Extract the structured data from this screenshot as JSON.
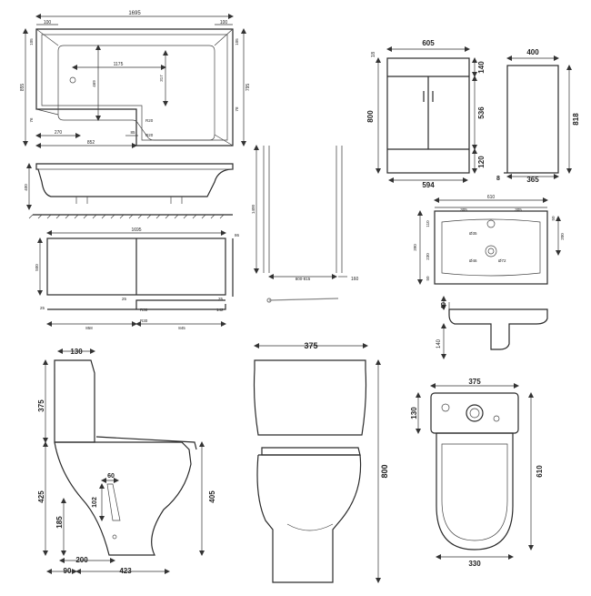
{
  "bath": {
    "top": {
      "w_total": "1695",
      "w_100_left": "100",
      "w_100_right": "100",
      "h_855": "855",
      "h_795": "795",
      "h_105_left": "105",
      "h_105_right": "105",
      "h_76": "76",
      "h_78": "78",
      "w_1175": "1175",
      "h_469": "469",
      "h_317": "317",
      "r20_a": "R20",
      "r20_b": "R20",
      "w_270": "270",
      "w_852": "852",
      "w_85": "85"
    },
    "side": {
      "h_400": "400"
    },
    "panel": {
      "w_1695": "1695",
      "h_500": "500",
      "w_86": "86",
      "w_25_a": "25",
      "w_25_b": "25",
      "w_25_c": "25",
      "r30_a": "R30",
      "r30_b": "R30",
      "w_858": "858",
      "w_845": "845",
      "w_142": "142"
    }
  },
  "screen": {
    "h_1400": "1400",
    "w_800_815": "800-815",
    "w_160": "160"
  },
  "vanity": {
    "front": {
      "w_605": "605",
      "w_18": "18",
      "h_800": "800",
      "h_140": "140",
      "h_536": "536",
      "h_120": "120",
      "w_594": "594"
    },
    "side": {
      "w_400": "400",
      "h_818": "818",
      "w_8": "8",
      "w_365": "365"
    }
  },
  "basin": {
    "top": {
      "w_610": "610",
      "w_305_a": "305",
      "w_305_b": "305",
      "h_110": "110",
      "h_390": "390",
      "h_230": "230",
      "h_50_a": "50",
      "h_50_b": "50",
      "h_200": "200",
      "d_35": "Ø35",
      "d_46": "Ø46",
      "d_72": "Ø72"
    },
    "side": {
      "h_40": "40",
      "h_140": "140"
    }
  },
  "wc": {
    "side": {
      "w_130": "130",
      "h_375": "375",
      "h_425": "425",
      "h_405": "405",
      "h_185": "185",
      "w_60": "60",
      "h_102": "102",
      "w_200": "200",
      "w_90": "90",
      "w_423": "423"
    },
    "front": {
      "w_375": "375",
      "h_800": "800"
    },
    "top": {
      "w_375": "375",
      "h_130": "130",
      "h_610": "610",
      "w_330": "330"
    }
  }
}
